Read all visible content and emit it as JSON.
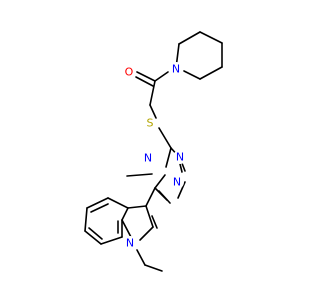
{
  "molecule": {
    "atoms": {
      "o1": {
        "text": "O",
        "color": "#ff0000"
      },
      "n_pip": {
        "text": "N",
        "color": "#0000ff"
      },
      "s1": {
        "text": "S",
        "color": "#b2a400"
      },
      "n_me": {
        "text": "N",
        "color": "#0000ff"
      },
      "n_tr_top": {
        "text": "N",
        "color": "#0000ff"
      },
      "n_tr_bot": {
        "text": "N",
        "color": "#0000ff"
      },
      "n_ind": {
        "text": "N",
        "color": "#0000ff"
      }
    },
    "bond_color": "#000000"
  }
}
